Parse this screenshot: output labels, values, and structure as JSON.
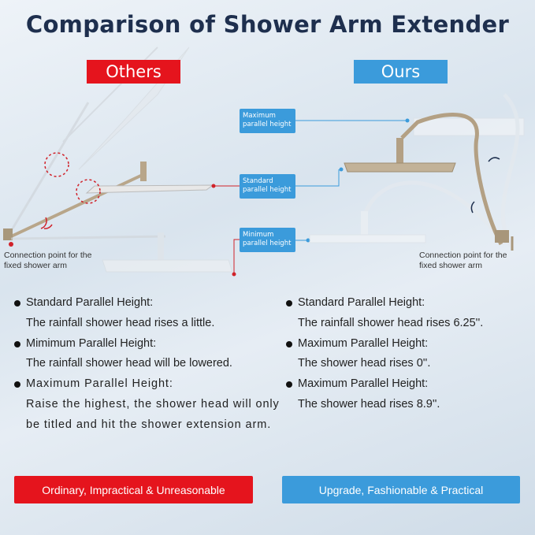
{
  "title": "Comparison of Shower Arm Extender",
  "tags": {
    "others": "Others",
    "ours": "Ours"
  },
  "callouts": {
    "maximum": "Maximum parallel height",
    "standard": "Standard parallel height",
    "minimum": "Minimum parallel height"
  },
  "connection_label_left": "Connection point for the fixed shower arm",
  "connection_label_right": "Connection point for the fixed shower arm",
  "others_list": [
    {
      "heading": "Standard Parallel Height:",
      "detail": "The rainfall shower head rises a little."
    },
    {
      "heading": "Mimimum Parallel Height:",
      "detail": "The rainfall shower head will be lowered."
    },
    {
      "heading": "Maximum Parallel Height:",
      "detail": "Raise the highest, the shower head will only be titled and hit the shower extension arm."
    }
  ],
  "ours_list": [
    {
      "heading": "Standard Parallel Height:",
      "detail": "The rainfall shower head rises 6.25''."
    },
    {
      "heading": "Maximum Parallel Height:",
      "detail": "The shower head rises 0''."
    },
    {
      "heading": "Maximum Parallel Height:",
      "detail": "The shower head rises 8.9''."
    }
  ],
  "buttons": {
    "others": "Ordinary, Impractical & Unreasonable",
    "ours": "Upgrade, Fashionable & Practical"
  },
  "colors": {
    "red": "#e5141d",
    "blue": "#3b9bdb",
    "title": "#1e2f4e"
  }
}
